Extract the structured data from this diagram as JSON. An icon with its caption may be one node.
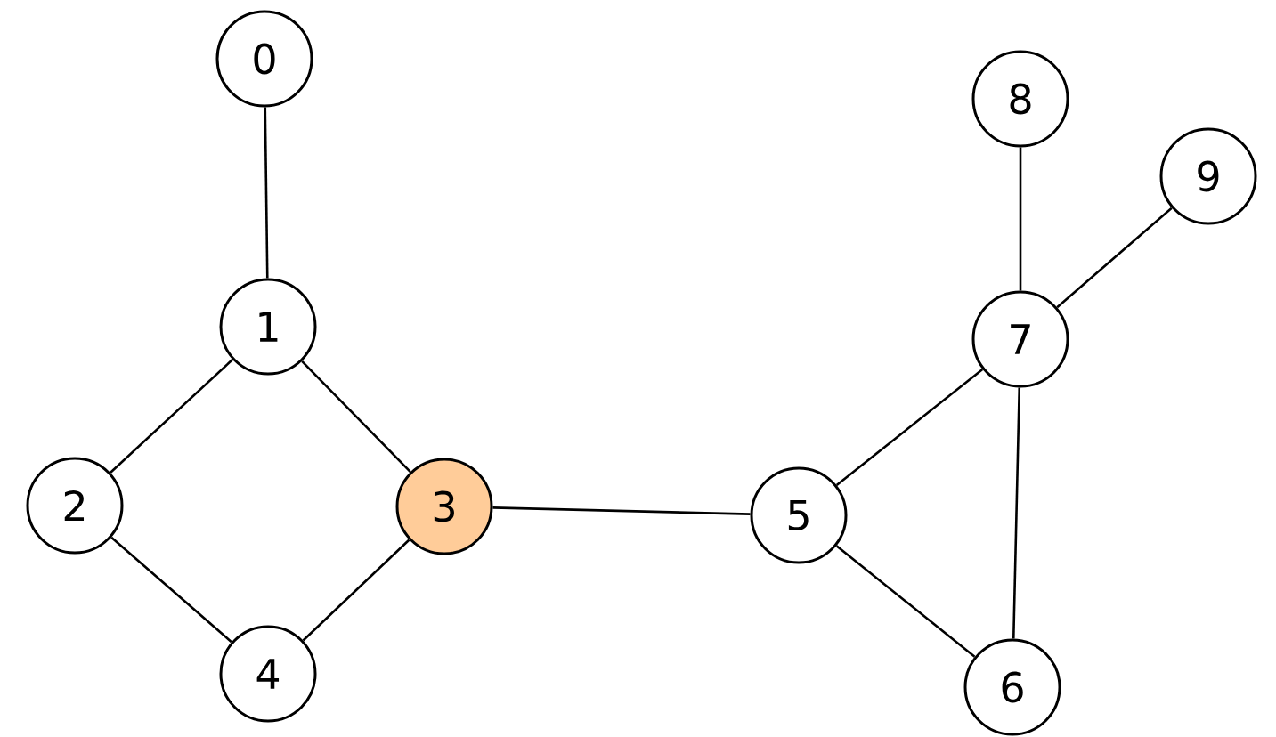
{
  "diagram": {
    "nodes": [
      {
        "text": [
          "0"
        ]
      },
      {
        "text": [
          "1"
        ]
      },
      {
        "text": [
          "2"
        ]
      },
      {
        "text": [
          "3"
        ]
      },
      {
        "text": [
          "4"
        ]
      },
      {
        "text": [
          "5"
        ]
      },
      {
        "text": [
          "6"
        ]
      },
      {
        "text": [
          "7"
        ]
      },
      {
        "text": [
          "8"
        ]
      },
      {
        "text": [
          "9"
        ]
      }
    ],
    "edges": [
      {
        "from": 0,
        "to": 1,
        "arrow": "none"
      },
      {
        "from": 1,
        "to": 2,
        "arrow": "none"
      },
      {
        "from": 1,
        "to": 3,
        "arrow": "none"
      },
      {
        "from": 2,
        "to": 4,
        "arrow": "none"
      },
      {
        "from": 3,
        "to": 4,
        "arrow": "none"
      },
      {
        "from": 3,
        "to": 5,
        "arrow": "none"
      },
      {
        "from": 5,
        "to": 7,
        "arrow": "none"
      },
      {
        "from": 5,
        "to": 6,
        "arrow": "none"
      },
      {
        "from": 7,
        "to": 6,
        "arrow": "none"
      },
      {
        "from": 8,
        "to": 7,
        "arrow": "none"
      },
      {
        "from": 9,
        "to": 7,
        "arrow": "none"
      }
    ]
  }
}
